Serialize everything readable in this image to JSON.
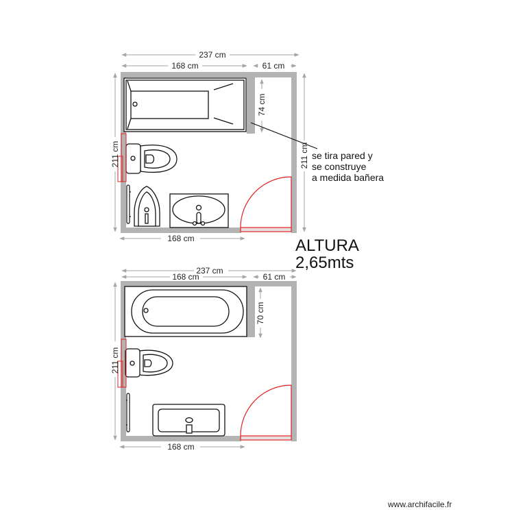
{
  "colors": {
    "wall": "#b3b3b3",
    "dimension_line": "#a6a6a6",
    "fixture_stroke": "#111111",
    "door": "#e02020",
    "text": "#222222"
  },
  "plan_top": {
    "dims": {
      "total_width": "237 cm",
      "left_width": "168 cm",
      "right_width": "61 cm",
      "alcove_depth": "74 cm",
      "left_height": "211 cm",
      "right_height": "211 cm",
      "bottom_width": "168 cm"
    },
    "fixtures": [
      "bathtub-rectangular",
      "toilet",
      "bidet",
      "washbasin",
      "towel-rail",
      "door"
    ],
    "note": {
      "line1": "se tira pared y",
      "line2": "se construye",
      "line3": "a medida bañera"
    }
  },
  "height_label": {
    "line1": "ALTURA",
    "line2": "2,65mts"
  },
  "plan_bottom": {
    "dims": {
      "total_width": "237 cm",
      "left_width": "168 cm",
      "right_width": "61 cm",
      "alcove_depth": "70 cm",
      "left_height": "211 cm",
      "bottom_width": "168 cm"
    },
    "fixtures": [
      "bathtub-oval",
      "toilet",
      "washbasin",
      "towel-rail",
      "door"
    ]
  },
  "watermark": "www.archifacile.fr"
}
